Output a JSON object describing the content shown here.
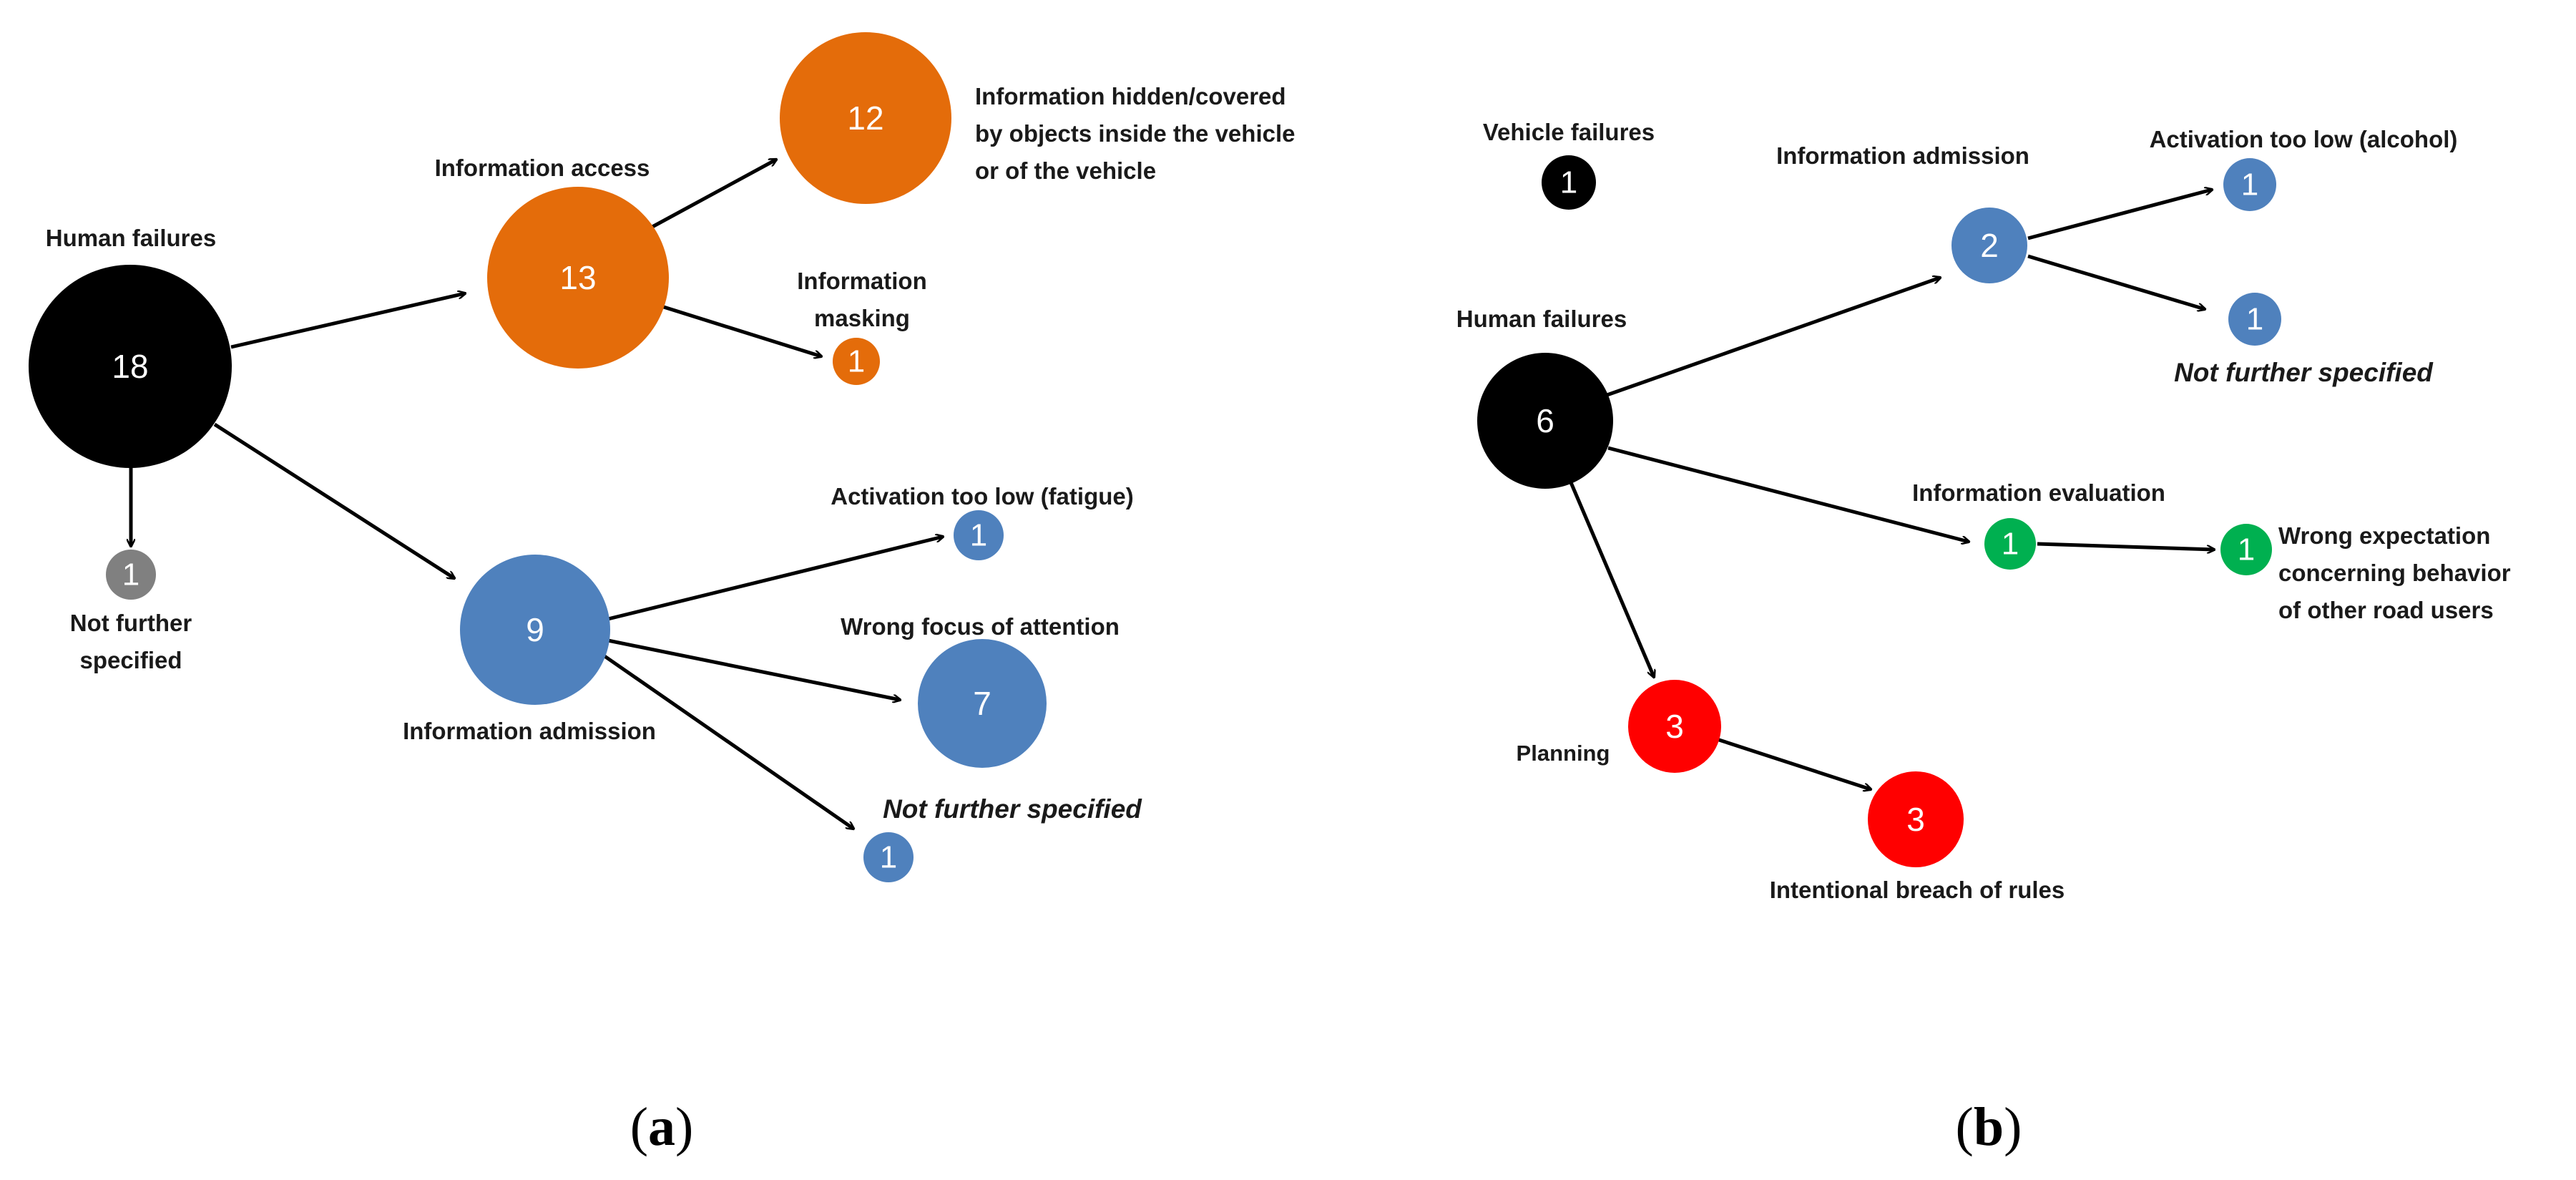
{
  "colors": {
    "black": "#000000",
    "grey": "#808080",
    "orange": "#e46c0a",
    "blue": "#4f81bd",
    "green": "#00b050",
    "red": "#ff0000"
  },
  "panel_a": {
    "caption_open": "(",
    "caption_letter": "a",
    "caption_close": ")",
    "human_failures": {
      "label": "Human failures",
      "count": "18"
    },
    "not_further_specified_grey": {
      "label_line1": "Not further",
      "label_line2": "specified",
      "count": "1"
    },
    "information_access": {
      "label": "Information access",
      "count": "13"
    },
    "information_hidden": {
      "label_line1": "Information hidden/covered",
      "label_line2": "by objects inside the vehicle",
      "label_line3": "or of the vehicle",
      "count": "12"
    },
    "information_masking": {
      "label_line1": "Information",
      "label_line2": "masking",
      "count": "1"
    },
    "information_admission": {
      "label": "Information admission",
      "count": "9"
    },
    "activation_fatigue": {
      "label": "Activation too low (fatigue)",
      "count": "1"
    },
    "wrong_focus": {
      "label": "Wrong focus of attention",
      "count": "7"
    },
    "not_further_specified_blue": {
      "label": "Not further specified",
      "count": "1"
    }
  },
  "panel_b": {
    "caption_open": "(",
    "caption_letter": "b",
    "caption_close": ")",
    "vehicle_failures": {
      "label": "Vehicle failures",
      "count": "1"
    },
    "human_failures": {
      "label": "Human failures",
      "count": "6"
    },
    "information_admission": {
      "label": "Information admission",
      "count": "2"
    },
    "activation_alcohol": {
      "label": "Activation too low (alcohol)",
      "count": "1"
    },
    "not_further_specified": {
      "label": "Not further specified",
      "count": "1"
    },
    "information_evaluation": {
      "label": "Information evaluation",
      "count": "1"
    },
    "wrong_expectation": {
      "label_line1": "Wrong expectation",
      "label_line2": "concerning behavior",
      "label_line3": "of other road users",
      "count": "1"
    },
    "planning": {
      "label": "Planning",
      "count": "3"
    },
    "intentional_breach": {
      "label": "Intentional breach of rules",
      "count": "3"
    }
  }
}
